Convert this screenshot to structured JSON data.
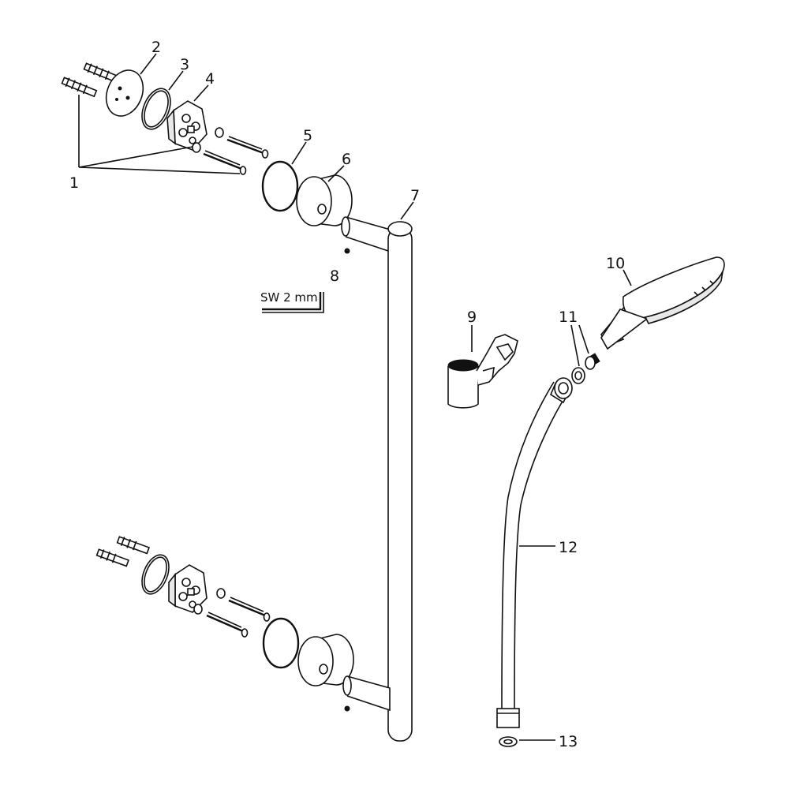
{
  "labels": {
    "p1": "1",
    "p2": "2",
    "p3": "3",
    "p4": "4",
    "p5": "5",
    "p6": "6",
    "p7": "7",
    "p8": "8",
    "p9": "9",
    "p10": "10",
    "p11": "11",
    "p12": "12",
    "p13": "13"
  },
  "tool_label": "SW 2 mm"
}
